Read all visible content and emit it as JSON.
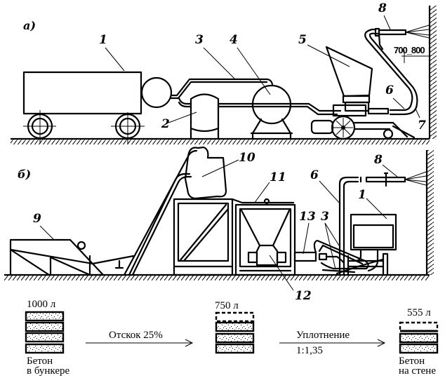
{
  "sections": {
    "a": "а)",
    "b": "б)"
  },
  "callouts_a": [
    "1",
    "2",
    "3",
    "4",
    "5",
    "6",
    "7",
    "8"
  ],
  "dimension_a": "700_800",
  "callouts_b": [
    "9",
    "10",
    "11",
    "12",
    "13",
    "3",
    "6",
    "1",
    "8"
  ],
  "flow": {
    "stage1": {
      "volume": "1000 л",
      "caption_line1": "Бетон",
      "caption_line2": "в бункере"
    },
    "arrow1": {
      "label": "Отскок 25%"
    },
    "stage2": {
      "volume": "750 л"
    },
    "arrow2": {
      "label": "Уплотнение",
      "ratio": "1:1,35"
    },
    "stage3": {
      "volume": "555 л",
      "caption_line1": "Бетон",
      "caption_line2": "на стене"
    }
  },
  "colors": {
    "ink": "#000000",
    "paper": "#ffffff"
  }
}
